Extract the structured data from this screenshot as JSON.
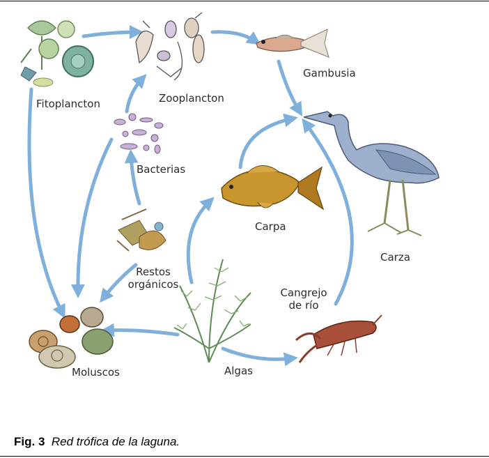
{
  "nodes": {
    "fitoplancton": "Fitoplancton",
    "zooplancton": "Zooplancton",
    "gambusia": "Gambusia",
    "bacterias": "Bacterias",
    "carpa": "Carpa",
    "carza": "Carza",
    "restos_line1": "Restos",
    "restos_line2": "orgánicos",
    "cangrejo_line1": "Cangrejo",
    "cangrejo_line2": "de río",
    "moluscos": "Moluscos",
    "algas": "Algas"
  },
  "caption": {
    "number": "Fig. 3",
    "text": "Red  trófica de la laguna."
  },
  "colors": {
    "arrow": "#7fb0dc",
    "plankton": "#8fb08a",
    "fish": "#c9962e",
    "heron": "#8ea4c4",
    "crayfish": "#8a3d2a",
    "algae": "#6f9c63",
    "snail": "#a97a3a"
  }
}
